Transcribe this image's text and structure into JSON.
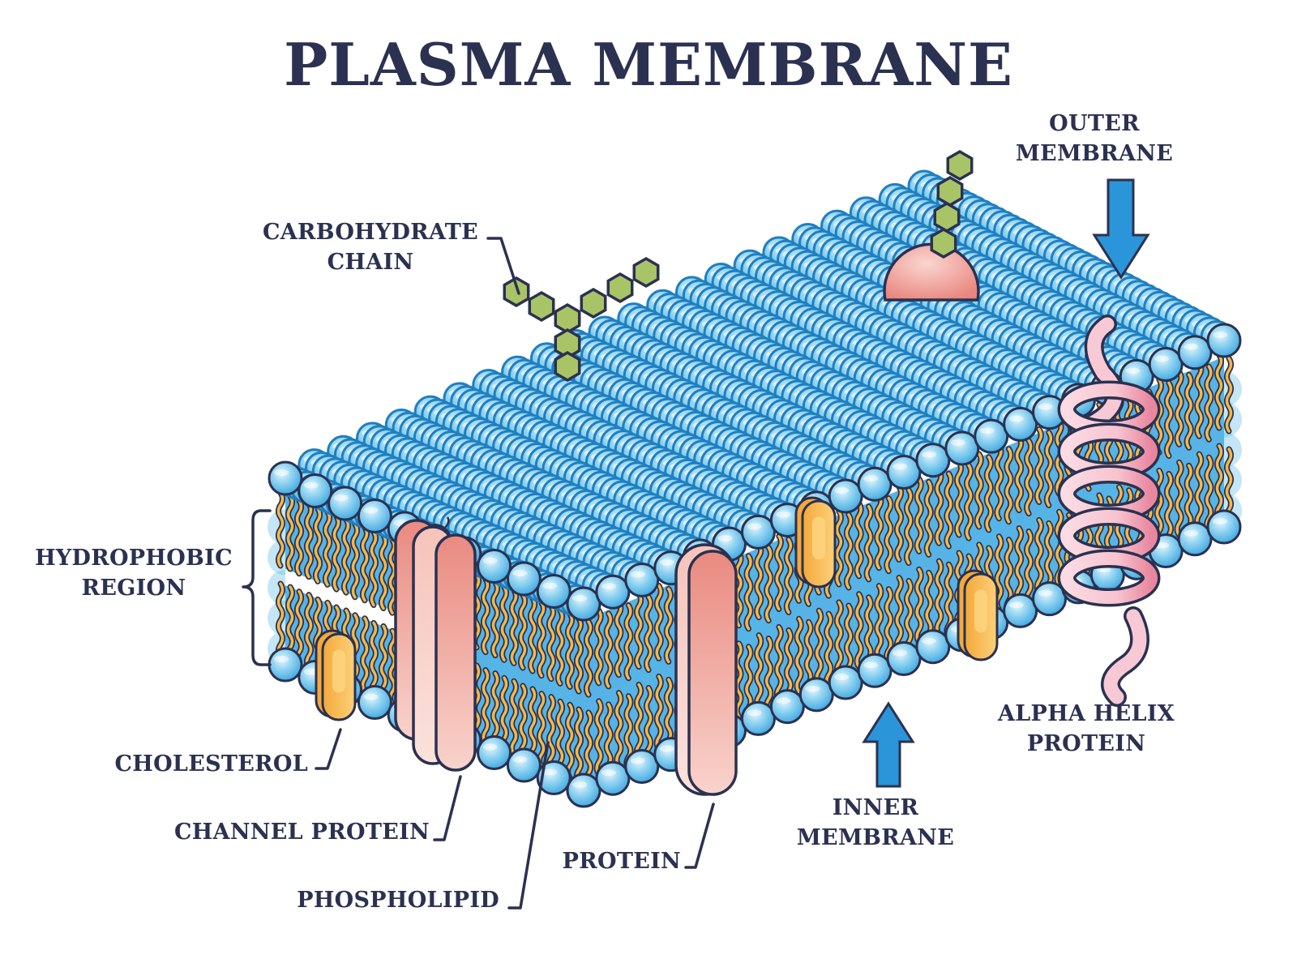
{
  "title": "PLASMA MEMBRANE",
  "labels": {
    "carbohydrate_chain": [
      "CARBOHYDRATE",
      "CHAIN"
    ],
    "outer_membrane": [
      "OUTER",
      "MEMBRANE"
    ],
    "hydrophobic_region": [
      "HYDROPHOBIC",
      "REGION"
    ],
    "cholesterol": [
      "CHOLESTEROL"
    ],
    "channel_protein": [
      "CHANNEL PROTEIN"
    ],
    "phospholipid": [
      "PHOSPHOLIPID"
    ],
    "protein": [
      "PROTEIN"
    ],
    "inner_membrane": [
      "INNER",
      "MEMBRANE"
    ],
    "alpha_helix_protein": [
      "ALPHA HELIX",
      "PROTEIN"
    ]
  },
  "colors": {
    "text": "#2b3150",
    "outline": "#2b3150",
    "phospholipid_head": "#5bbde8",
    "phospholipid_head_light": "#d6f0fb",
    "phospholipid_head_edge": "#1f7fc0",
    "tail": "#f2b84b",
    "interior": "#3aa6e0",
    "protein": "#e98f86",
    "protein_light": "#f9d6cf",
    "helix": "#f7c9d4",
    "helix_dark": "#ea8ea5",
    "cholesterol": "#f7b944",
    "cholesterol_light": "#fcd27a",
    "carbohydrate": "#a9c466",
    "arrow": "#2a95d8"
  }
}
